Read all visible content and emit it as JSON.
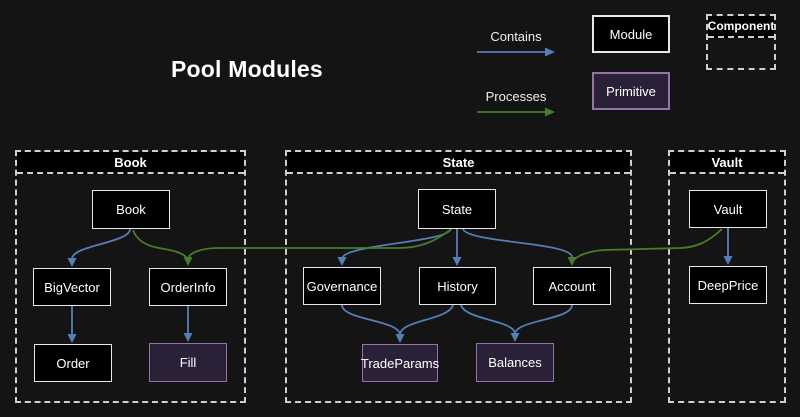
{
  "title": "Pool Modules",
  "legend": {
    "contains": {
      "label": "Contains"
    },
    "processes": {
      "label": "Processes"
    },
    "module": {
      "label": "Module"
    },
    "primitive": {
      "label": "Primitive"
    },
    "component": {
      "label": "Component"
    }
  },
  "sections": {
    "book": {
      "title": "Book"
    },
    "state": {
      "title": "State"
    },
    "vault": {
      "title": "Vault"
    }
  },
  "nodes": {
    "book": {
      "label": "Book",
      "kind": "module",
      "section": "book"
    },
    "bigvector": {
      "label": "BigVector",
      "kind": "module",
      "section": "book"
    },
    "orderinfo": {
      "label": "OrderInfo",
      "kind": "module",
      "section": "book"
    },
    "order": {
      "label": "Order",
      "kind": "module",
      "section": "book"
    },
    "fill": {
      "label": "Fill",
      "kind": "primitive",
      "section": "book"
    },
    "state": {
      "label": "State",
      "kind": "module",
      "section": "state"
    },
    "governance": {
      "label": "Governance",
      "kind": "module",
      "section": "state"
    },
    "history": {
      "label": "History",
      "kind": "module",
      "section": "state"
    },
    "account": {
      "label": "Account",
      "kind": "module",
      "section": "state"
    },
    "tradeparams": {
      "label": "TradeParams",
      "kind": "primitive",
      "section": "state"
    },
    "balances": {
      "label": "Balances",
      "kind": "primitive",
      "section": "state"
    },
    "vault": {
      "label": "Vault",
      "kind": "module",
      "section": "vault"
    },
    "deepprice": {
      "label": "DeepPrice",
      "kind": "module",
      "section": "vault"
    }
  },
  "edges": [
    {
      "from": "book",
      "to": "bigvector",
      "relation": "contains"
    },
    {
      "from": "bigvector",
      "to": "order",
      "relation": "contains"
    },
    {
      "from": "orderinfo",
      "to": "fill",
      "relation": "contains"
    },
    {
      "from": "state",
      "to": "governance",
      "relation": "contains"
    },
    {
      "from": "state",
      "to": "history",
      "relation": "contains"
    },
    {
      "from": "state",
      "to": "account",
      "relation": "contains"
    },
    {
      "from": "governance",
      "to": "tradeparams",
      "relation": "contains"
    },
    {
      "from": "history",
      "to": "tradeparams",
      "relation": "contains"
    },
    {
      "from": "history",
      "to": "balances",
      "relation": "contains"
    },
    {
      "from": "account",
      "to": "balances",
      "relation": "contains"
    },
    {
      "from": "vault",
      "to": "deepprice",
      "relation": "contains"
    },
    {
      "from": "book",
      "to": "orderinfo",
      "relation": "processes"
    },
    {
      "from": "state",
      "to": "orderinfo",
      "relation": "processes"
    },
    {
      "from": "vault",
      "to": "account",
      "relation": "processes"
    }
  ],
  "colors": {
    "background": "#141414",
    "contains_edge": "#557eb5",
    "processes_edge": "#467c2c",
    "module_fill": "#000000",
    "module_border": "#e8e8e8",
    "primitive_fill": "#2a2139",
    "primitive_border": "#9673a6",
    "container_border": "#cfcfcf",
    "text": "#ffffff"
  }
}
